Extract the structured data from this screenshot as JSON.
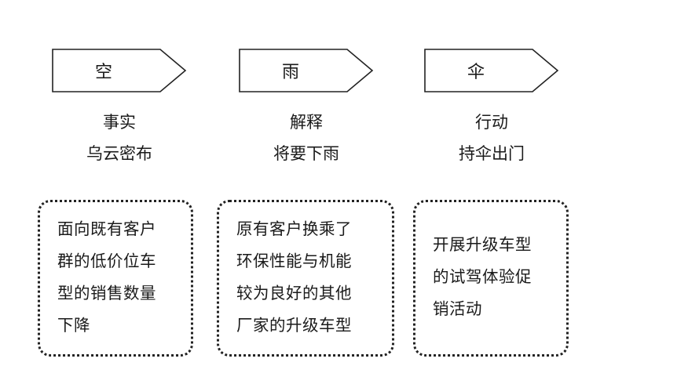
{
  "stages": [
    {
      "arrow_label": "空",
      "category": "事实",
      "metaphor": "乌云密布",
      "box_lines": [
        "面向既有客户",
        "群的低价位车",
        "型的销售数量",
        "下降"
      ]
    },
    {
      "arrow_label": "雨",
      "category": "解释",
      "metaphor": "将要下雨",
      "box_lines": [
        "原有客户换乘了",
        "环保性能与机能",
        "较为良好的其他",
        "厂家的升级车型"
      ]
    },
    {
      "arrow_label": "伞",
      "category": "行动",
      "metaphor": "持伞出门",
      "box_lines": [
        "开展升级车型",
        "的试驾体验促",
        "销活动"
      ]
    }
  ]
}
